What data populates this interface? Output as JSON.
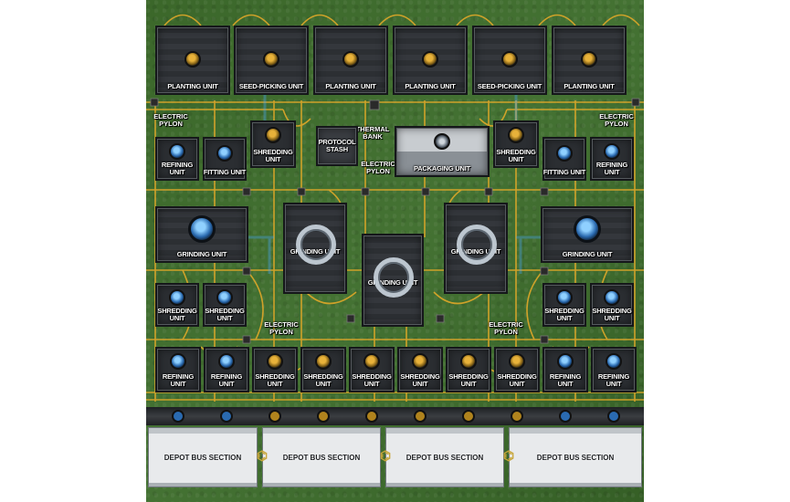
{
  "top_row": [
    {
      "label": "PLANTING UNIT",
      "icon": "grain-icon"
    },
    {
      "label": "SEED-PICKING UNIT",
      "icon": "grain-icon"
    },
    {
      "label": "PLANTING UNIT",
      "icon": "grain-icon"
    },
    {
      "label": "PLANTING UNIT",
      "icon": "grain-icon"
    },
    {
      "label": "SEED-PICKING UNIT",
      "icon": "grain-icon"
    },
    {
      "label": "PLANTING UNIT",
      "icon": "grain-icon"
    }
  ],
  "markers": {
    "pylon_left": "ELECTRIC\nPYLON",
    "pylon_right": "ELECTRIC\nPYLON",
    "pylon_mid_left": "ELECTRIC\nPYLON",
    "pylon_mid_right": "ELECTRIC\nPYLON",
    "pylon_center": "ELECTRIC\nPYLON",
    "thermal_bank": "THERMAL\nBANK"
  },
  "row2": [
    {
      "label": "REFINING\nUNIT"
    },
    {
      "label": "FITTING UNIT"
    },
    {
      "label": "SHREDDING\nUNIT"
    },
    {
      "label": "PROTOCOL\nSTASH"
    },
    {
      "label": "PACKAGING UNIT"
    },
    {
      "label": "SHREDDING\nUNIT"
    },
    {
      "label": "FITTING UNIT"
    },
    {
      "label": "REFINING\nUNIT"
    }
  ],
  "grinding": [
    {
      "label": "GRINDING UNIT"
    },
    {
      "label": "GRINDING UNIT"
    },
    {
      "label": "GRINDING UNIT"
    },
    {
      "label": "GRINDING UNIT"
    },
    {
      "label": "GRINDING UNIT"
    }
  ],
  "row4": [
    {
      "label": "SHREDDING\nUNIT"
    },
    {
      "label": "SHREDDING\nUNIT"
    },
    {
      "label": "SHREDDING\nUNIT"
    },
    {
      "label": "SHREDDING\nUNIT"
    }
  ],
  "row5": [
    {
      "label": "REFINING\nUNIT",
      "icon": "blue"
    },
    {
      "label": "REFINING\nUNIT",
      "icon": "blue"
    },
    {
      "label": "SHREDDING\nUNIT",
      "icon": "grain"
    },
    {
      "label": "SHREDDING\nUNIT",
      "icon": "grain"
    },
    {
      "label": "SHREDDING\nUNIT",
      "icon": "grain"
    },
    {
      "label": "SHREDDING\nUNIT",
      "icon": "grain"
    },
    {
      "label": "SHREDDING\nUNIT",
      "icon": "grain"
    },
    {
      "label": "SHREDDING\nUNIT",
      "icon": "grain"
    },
    {
      "label": "REFINING\nUNIT",
      "icon": "blue"
    },
    {
      "label": "REFINING\nUNIT",
      "icon": "blue"
    }
  ],
  "depot": [
    {
      "label": "DEPOT BUS SECTION"
    },
    {
      "label": "DEPOT BUS SECTION"
    },
    {
      "label": "DEPOT BUS SECTION"
    },
    {
      "label": "DEPOT BUS SECTION"
    }
  ],
  "colors": {
    "grass": "#3e6a2c",
    "wire": "#e0a829",
    "glow": "#4aa8ff",
    "building": "#2b2e32"
  }
}
